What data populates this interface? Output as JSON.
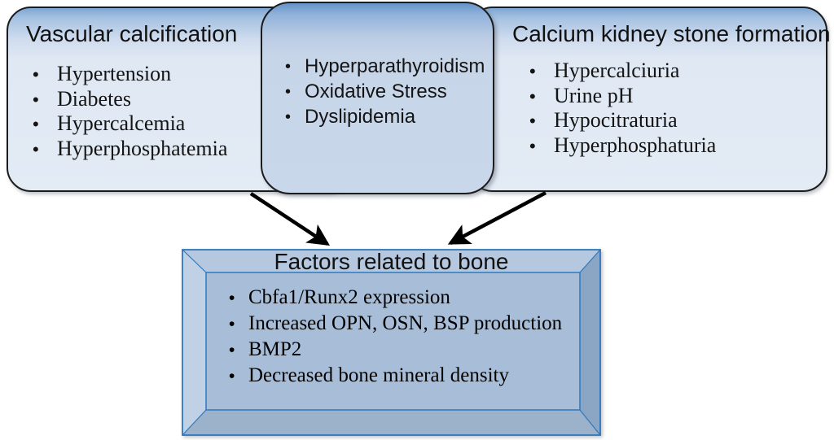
{
  "boxes": {
    "vascular": {
      "title": "Vascular calcification",
      "items": [
        "Hypertension",
        "Diabetes",
        "Hypercalcemia",
        "Hyperphosphatemia"
      ]
    },
    "shared": {
      "items": [
        "Hyperparathyroidism",
        "Oxidative Stress",
        "Dyslipidemia"
      ]
    },
    "kidney": {
      "title": "Calcium kidney stone formation",
      "items": [
        "Hypercalciuria",
        "Urine pH",
        "Hypocitraturia",
        "Hyperphosphaturia"
      ]
    },
    "bone": {
      "title": "Factors related to bone",
      "items": [
        "Cbfa1/Runx2 expression",
        "Increased OPN, OSN, BSP production",
        "BMP2",
        "Decreased bone mineral density"
      ]
    }
  },
  "colors": {
    "box_border": "#1c1c1c",
    "light_box_fill": "#dfe8f3",
    "light_box_top": "#7ea7d3",
    "mid_box_fill": "#c7d5e9",
    "mid_box_top": "#6493c8",
    "bevel_stroke": "#2e78bd",
    "bevel_frame_top": "#b5c8df",
    "bevel_frame_left": "#c0d1e5",
    "bevel_frame_right": "#8ba6c4",
    "bevel_frame_bottom": "#9cb1ca",
    "bevel_inner_fill": "#a8bed8",
    "arrow": "#000000"
  }
}
